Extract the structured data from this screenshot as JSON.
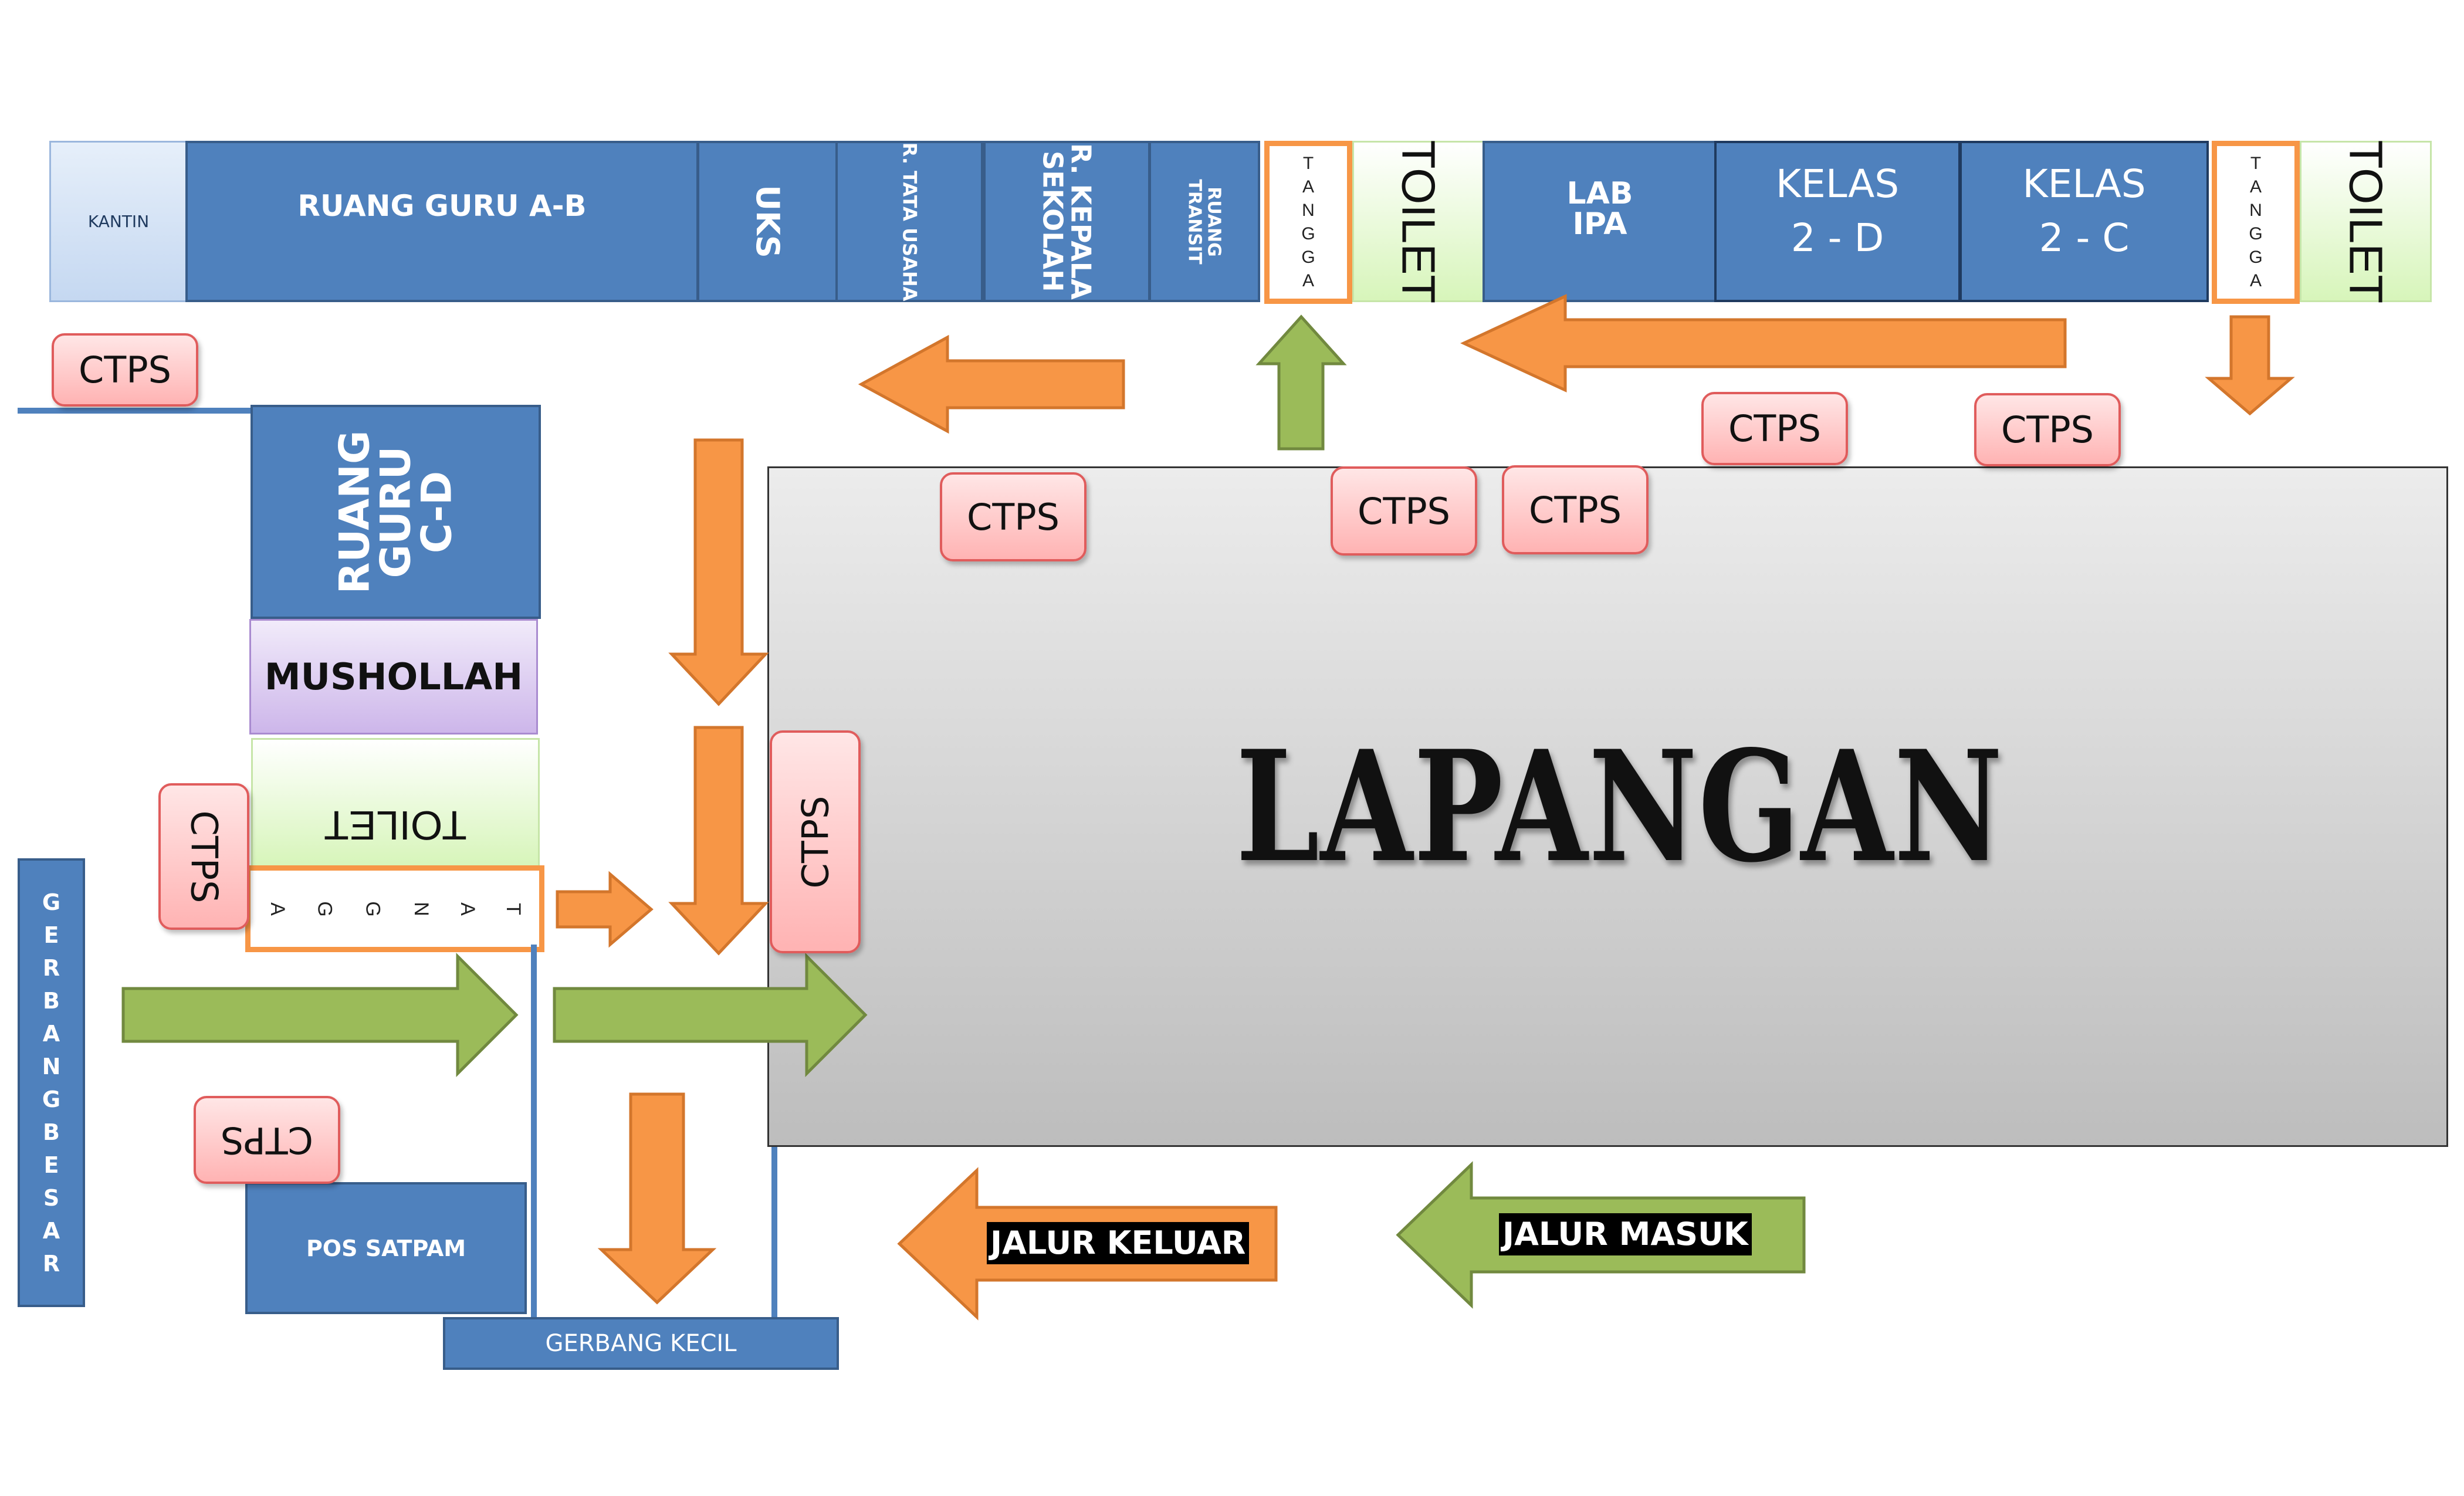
{
  "colors": {
    "room_blue": "#4f81bd",
    "arrow_orange": "#f79646",
    "arrow_green": "#9bbb59",
    "ctps_pink": "#ffb3b3",
    "toilet_green": "#d7f5ba",
    "mushollah_purple": "#d9c8ee"
  },
  "top_row": {
    "kantin": "KANTIN",
    "ruang_guru_ab": "RUANG GURU A-B",
    "uks": "UKS",
    "tata_usaha": "R. TATA USAHA",
    "kepala_line1": "R. KEPALA",
    "kepala_line2": "SEKOLAH",
    "transit_line1": "RUANG",
    "transit_line2": "TRANSIT",
    "tangga_letters": [
      "T",
      "A",
      "N",
      "G",
      "G",
      "A"
    ],
    "toilet": "TOILET",
    "lab_line1": "LAB",
    "lab_line2": "IPA",
    "kelas_2d_line1": "KELAS",
    "kelas_2d_line2": "2 -  D",
    "kelas_2c_line1": "KELAS",
    "kelas_2c_line2": "2 -  C"
  },
  "left_column": {
    "ruang_guru_cd_line1": "RUANG",
    "ruang_guru_cd_line2": "GURU",
    "ruang_guru_cd_line3": "C-D",
    "mushollah": "MUSHOLLAH",
    "toilet": "TOILET",
    "tangga_letters": [
      "T",
      "A",
      "N",
      "G",
      "G",
      "A"
    ],
    "pos_satpam": "POS SATPAM",
    "gerbang_kecil": "GERBANG KECIL",
    "gerbang_besar_letters": [
      "G",
      "E",
      "R",
      "B",
      "A",
      "N",
      "G",
      "B",
      "E",
      "S",
      "A",
      "R"
    ]
  },
  "ctps_label": "CTPS",
  "lapangan": "LAPANGAN",
  "legend": {
    "jalur_keluar": "JALUR KELUAR",
    "jalur_masuk": "JALUR MASUK"
  }
}
